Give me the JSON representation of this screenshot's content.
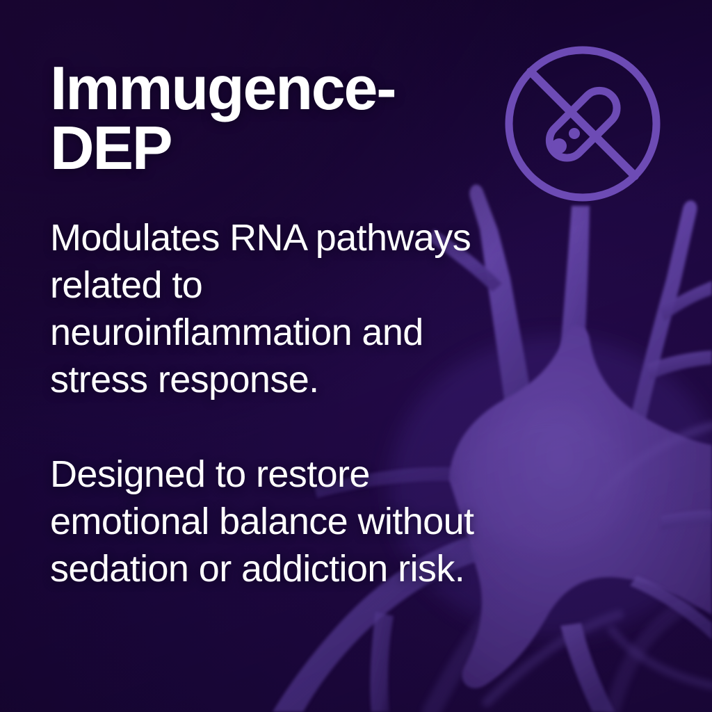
{
  "card": {
    "background_color_dark": "#1a0636",
    "background_color_mid": "#2a0d55",
    "neuron_color": "#6a46b4",
    "neuron_color_dark": "#4b2d8c",
    "icon_color": "#6d4bb5",
    "text_color": "#ffffff"
  },
  "header": {
    "title": "Immugence-\nDEP",
    "title_line_1": "Immugence-",
    "title_line_2": "DEP"
  },
  "body": {
    "paragraphs": [
      "Modulates RNA pathways related to neuroinflammation and stress response.",
      "Designed to restore emotional balance without sedation or addiction risk."
    ]
  },
  "icons": {
    "no_pill": {
      "name": "no-pill-icon",
      "meaning": "no medication / no pills",
      "color": "#6d4bb5"
    },
    "neuron": {
      "name": "neuron-illustration",
      "meaning": "neuron cell body with dendrites",
      "color": "#6a46b4"
    }
  }
}
